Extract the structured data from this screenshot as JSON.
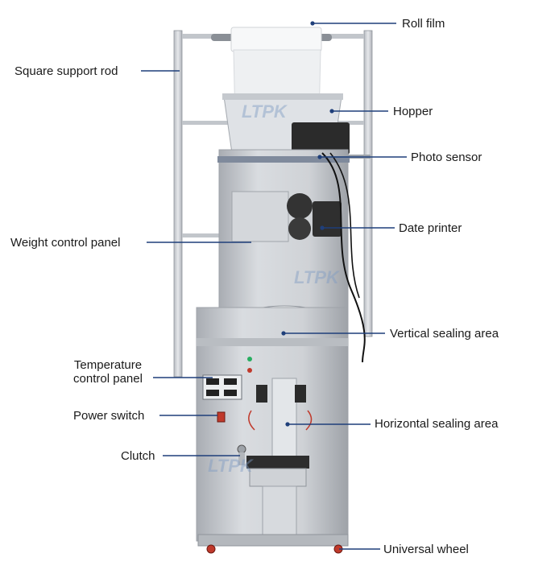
{
  "watermark": "LTPK",
  "colors": {
    "leader": "#1f3f7a",
    "steel": "#c9ccd1",
    "steel_dark": "#8f949b",
    "film": "#f2f3f4",
    "black_part": "#2b2b2b",
    "wheel": "#c0392b"
  },
  "labels": {
    "roll_film": "Roll film",
    "square_support_rod": "Square support rod",
    "hopper": "Hopper",
    "photo_sensor": "Photo sensor",
    "date_printer": "Date printer",
    "weight_control_panel": "Weight control panel",
    "vertical_sealing_area": "Vertical sealing area",
    "temperature_control_panel_line1": "Temperature",
    "temperature_control_panel_line2": "control panel",
    "power_switch": "Power switch",
    "horizontal_sealing_area": "Horizontal sealing area",
    "clutch": "Clutch",
    "universal_wheel": "Universal wheel"
  }
}
